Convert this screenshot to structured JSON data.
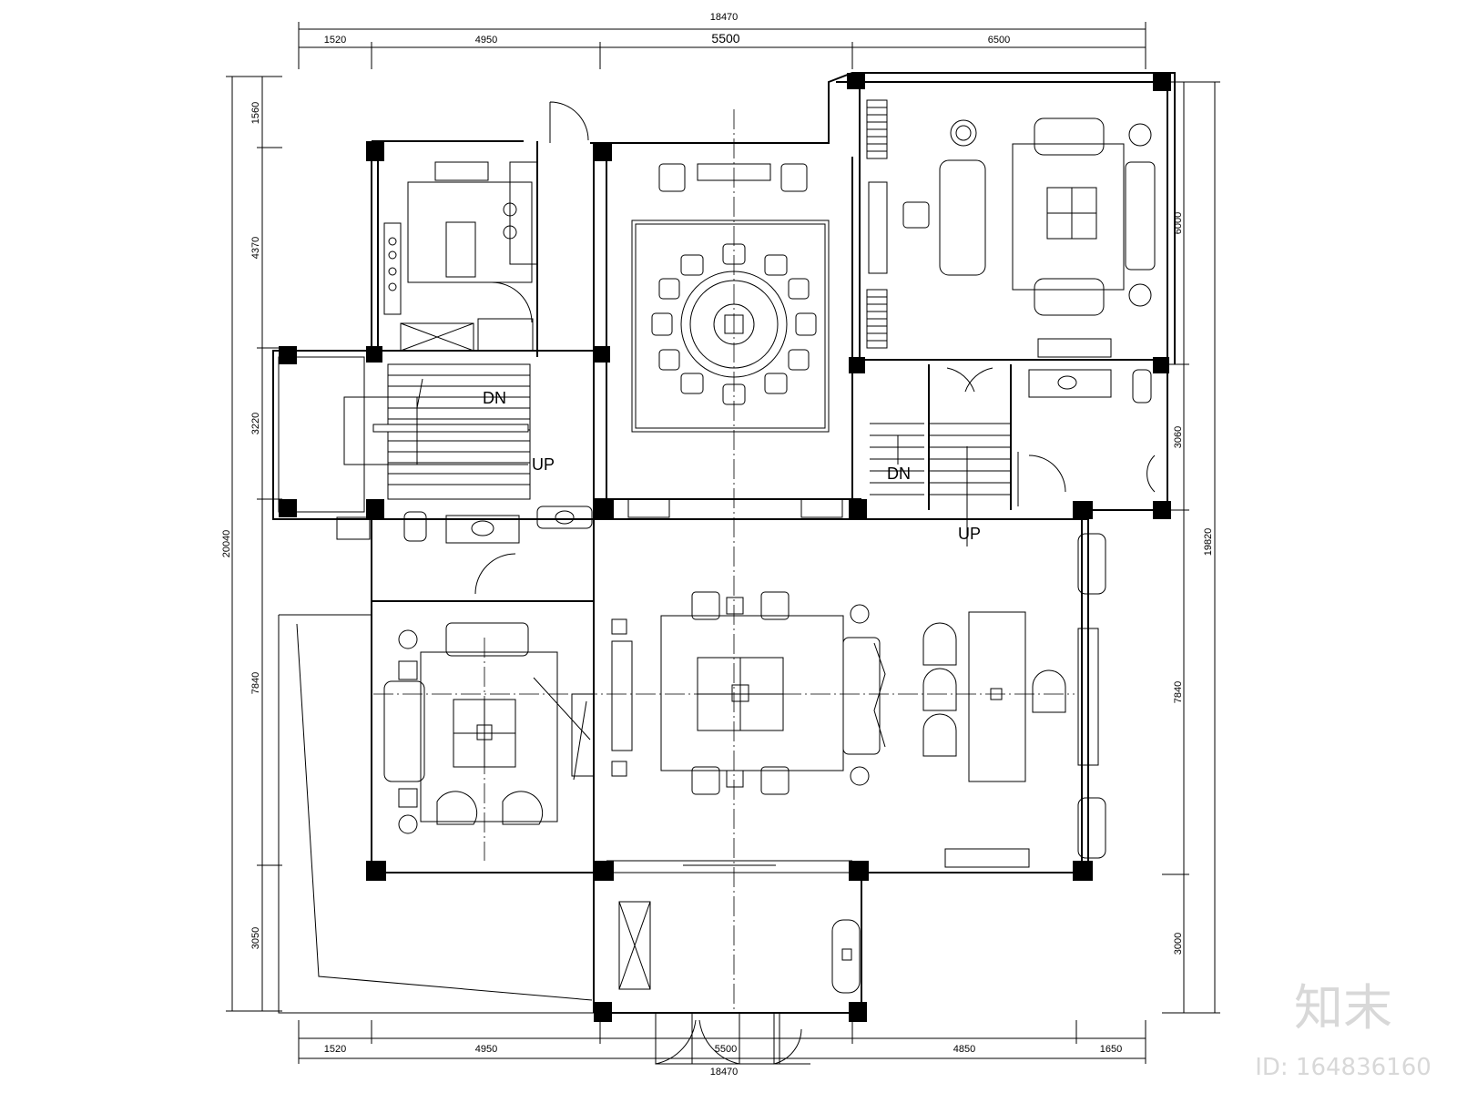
{
  "dimensions": {
    "top_total": "18470",
    "top_segments": [
      "1520",
      "4950",
      "5500",
      "6500"
    ],
    "bottom_total": "18470",
    "bottom_segments": [
      "1520",
      "4950",
      "5500",
      "4850",
      "1650"
    ],
    "left_total": "20040",
    "left_segments": [
      "1560",
      "4370",
      "3220",
      "7840",
      "3050"
    ],
    "right_total": "19820",
    "right_segments": [
      "6000",
      "3060",
      "7840",
      "3000"
    ]
  },
  "labels": {
    "stair_left_dn": "DN",
    "stair_left_up": "UP",
    "stair_right_dn": "DN",
    "stair_right_up": "UP"
  },
  "watermark": {
    "brand": "知末",
    "id": "ID: 164836160"
  }
}
